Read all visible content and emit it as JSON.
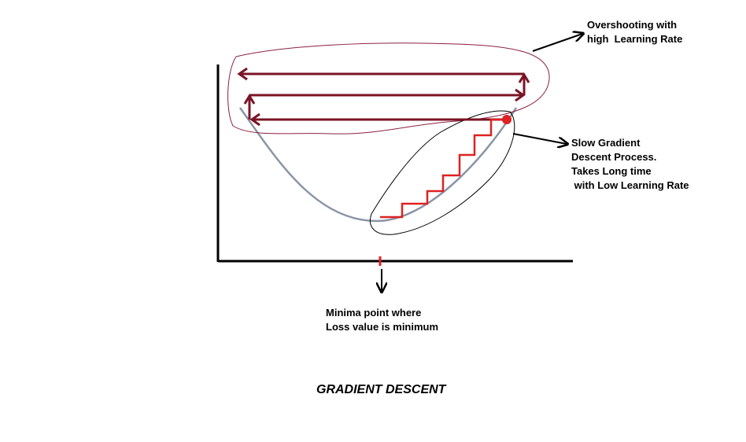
{
  "labels": {
    "overshoot_line1": "Overshooting with",
    "overshoot_line2": "high  Learning Rate",
    "slow_line1": "Slow Gradient",
    "slow_line2": "Descent Process.",
    "slow_line3": "Takes Long time",
    "slow_line4": " with Low Learning Rate",
    "minima_line1": "Minima point where",
    "minima_line2": "Loss value is minimum"
  },
  "title": "GRADIENT DESCENT",
  "colors": {
    "curve": "#8a94a6",
    "overshoot_arrows": "#7b1426",
    "overshoot_outline": "#8b2040",
    "steps": "#dd2222",
    "start_point": "#dd2222",
    "minima_tick": "#dd2222",
    "axes": "#000000",
    "annotation_arrows": "#000000",
    "slow_outline": "#000000"
  }
}
